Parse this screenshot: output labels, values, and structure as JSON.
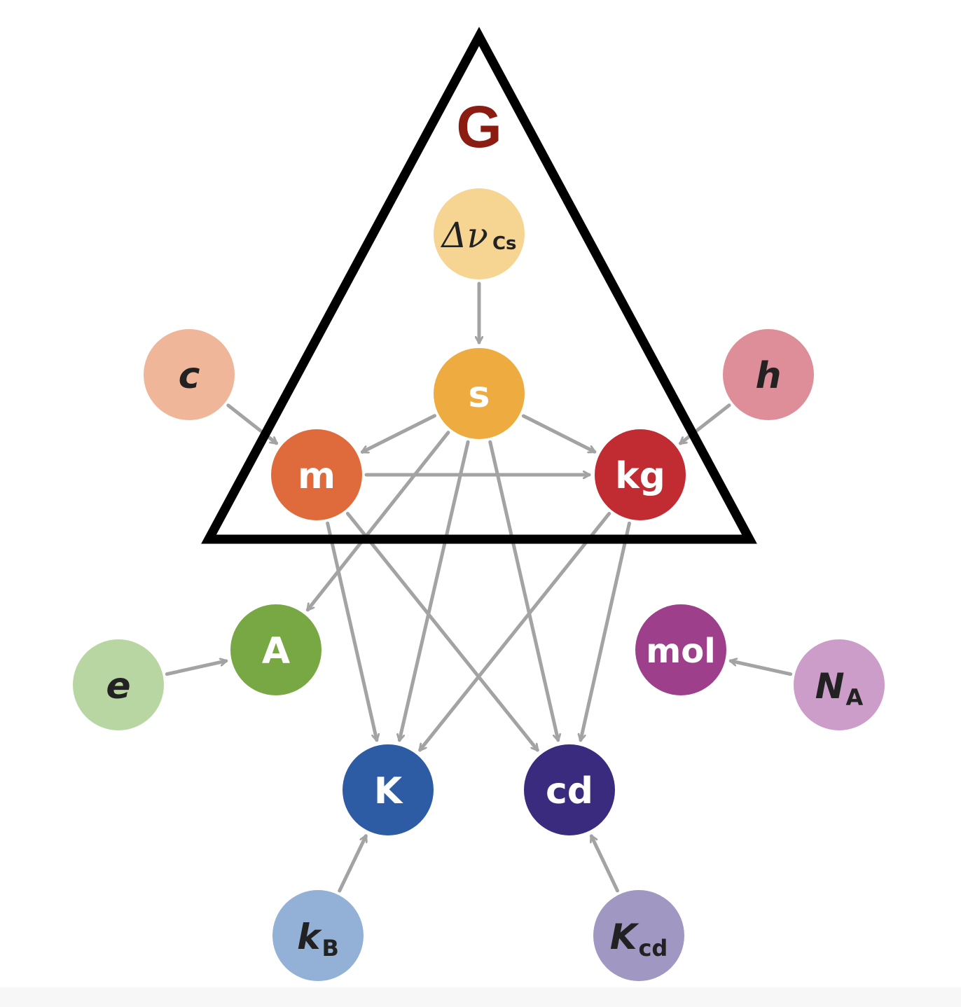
{
  "title": "G",
  "colors": {
    "title": "#8b1c12",
    "triangle": "#000000",
    "arrow": "#a3a3a3",
    "light_text": "#222222",
    "dark_text": "#ffffff"
  },
  "nodes": [
    {
      "id": "dnu",
      "label": "Δν",
      "sub": "Cs",
      "fill": "#f6d592",
      "text": "dark",
      "italic": false,
      "serif": true,
      "icon": "none"
    },
    {
      "id": "s",
      "label": "s",
      "sub": "",
      "fill": "#edab40",
      "text": "light",
      "italic": false,
      "serif": false
    },
    {
      "id": "c",
      "label": "c",
      "sub": "",
      "fill": "#efb699",
      "text": "dark",
      "italic": true,
      "serif": false
    },
    {
      "id": "h",
      "label": "h",
      "sub": "",
      "fill": "#dd8e98",
      "text": "dark",
      "italic": true,
      "serif": false
    },
    {
      "id": "m",
      "label": "m",
      "sub": "",
      "fill": "#df6a3c",
      "text": "light",
      "italic": false,
      "serif": false
    },
    {
      "id": "kg",
      "label": "kg",
      "sub": "",
      "fill": "#c12b32",
      "text": "light",
      "italic": false,
      "serif": false
    },
    {
      "id": "A",
      "label": "A",
      "sub": "",
      "fill": "#78a844",
      "text": "light",
      "italic": false,
      "serif": false
    },
    {
      "id": "e",
      "label": "e",
      "sub": "",
      "fill": "#b8d6a2",
      "text": "dark",
      "italic": true,
      "serif": false
    },
    {
      "id": "mol",
      "label": "mol",
      "sub": "",
      "fill": "#9e3f8b",
      "text": "light",
      "italic": false,
      "serif": false
    },
    {
      "id": "NA",
      "label": "N",
      "sub": "A",
      "fill": "#cc9dc8",
      "text": "dark",
      "italic": true,
      "serif": false
    },
    {
      "id": "K",
      "label": "K",
      "sub": "",
      "fill": "#2d5ca4",
      "text": "light",
      "italic": false,
      "serif": false
    },
    {
      "id": "cd",
      "label": "cd",
      "sub": "",
      "fill": "#3a2b7e",
      "text": "light",
      "italic": false,
      "serif": false
    },
    {
      "id": "kB",
      "label": "k",
      "sub": "B",
      "fill": "#93b1d6",
      "text": "dark",
      "italic": true,
      "serif": false
    },
    {
      "id": "Kcd",
      "label": "K",
      "sub": "cd",
      "fill": "#a097c2",
      "text": "dark",
      "italic": true,
      "serif": false
    }
  ],
  "edges": [
    {
      "from": "dnu",
      "to": "s"
    },
    {
      "from": "c",
      "to": "m"
    },
    {
      "from": "h",
      "to": "kg"
    },
    {
      "from": "s",
      "to": "m"
    },
    {
      "from": "s",
      "to": "kg"
    },
    {
      "from": "s",
      "to": "A"
    },
    {
      "from": "s",
      "to": "K"
    },
    {
      "from": "s",
      "to": "cd"
    },
    {
      "from": "m",
      "to": "kg"
    },
    {
      "from": "m",
      "to": "K"
    },
    {
      "from": "m",
      "to": "cd"
    },
    {
      "from": "kg",
      "to": "K"
    },
    {
      "from": "kg",
      "to": "cd"
    },
    {
      "from": "e",
      "to": "A"
    },
    {
      "from": "NA",
      "to": "mol"
    },
    {
      "from": "kB",
      "to": "K"
    },
    {
      "from": "Kcd",
      "to": "cd"
    }
  ]
}
